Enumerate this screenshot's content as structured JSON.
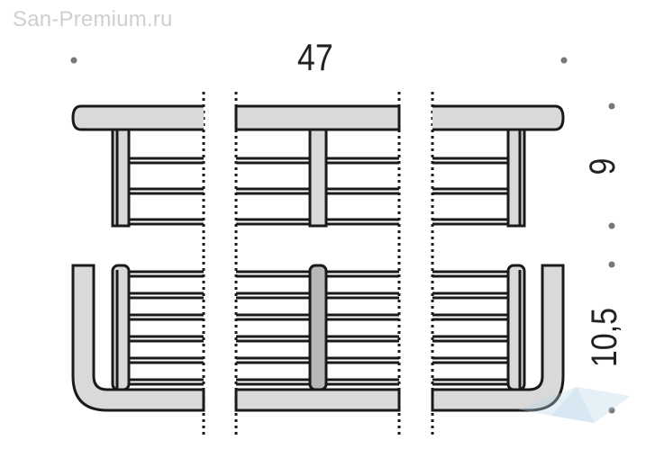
{
  "watermark": "San-Premium.ru",
  "dimensions": {
    "width": "47",
    "upper_height": "9",
    "lower_height": "10,5"
  },
  "colors": {
    "stroke": "#1a1a1a",
    "fill_gray": "#d9d9d9",
    "dot": "#777777",
    "watermark": "#cfcfcf"
  }
}
